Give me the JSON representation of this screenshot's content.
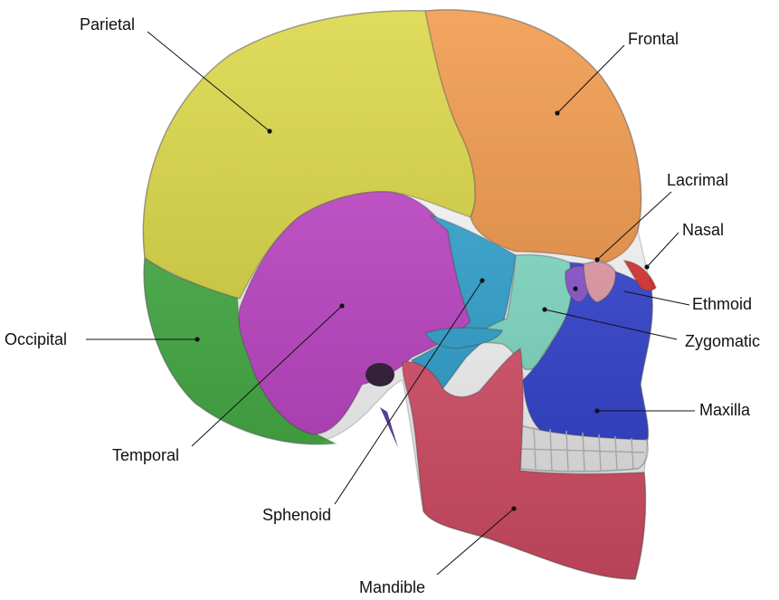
{
  "labels": {
    "parietal": "Parietal",
    "frontal": "Frontal",
    "lacrimal": "Lacrimal",
    "nasal": "Nasal",
    "ethmoid": "Ethmoid",
    "zygomatic": "Zygomatic",
    "maxilla": "Maxilla",
    "occipital": "Occipital",
    "temporal": "Temporal",
    "sphenoid": "Sphenoid",
    "mandible": "Mandible"
  },
  "colors": {
    "parietal": "#d9d43a",
    "frontal": "#f0913f",
    "occipital": "#3fae3f",
    "temporal": "#c03fc8",
    "sphenoid": "#2aa4d3",
    "zygomatic": "#7fe0c8",
    "maxilla": "#2f3fd6",
    "mandible": "#e0506a",
    "nasal": "#e02a2a",
    "lacrimal": "#e89aa8",
    "ethmoid": "#8a4fd0",
    "teeth": "#f2f2f2"
  }
}
